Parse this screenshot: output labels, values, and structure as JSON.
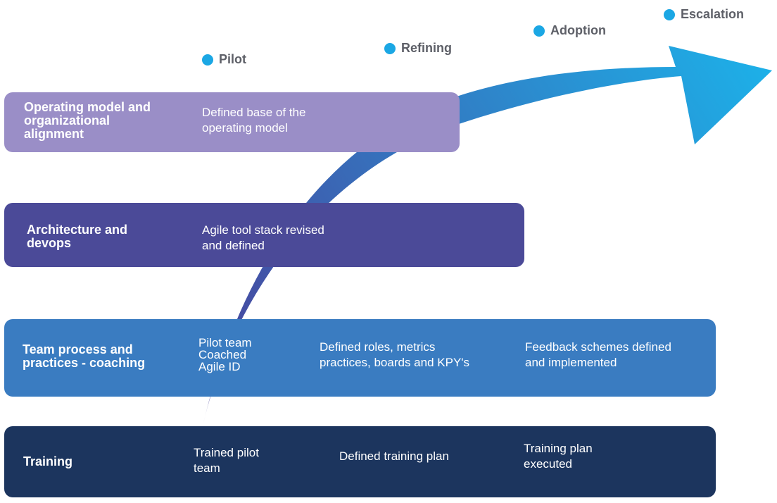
{
  "colors": {
    "arrow_start": "#4a3f99",
    "arrow_end": "#1db0e8",
    "phase_dot": "#1ba7e4",
    "phase_text": "#5e6068",
    "band_operating": "#9a8ec7",
    "band_architecture": "#4b4a98",
    "band_team": "#3a7cc1",
    "band_training": "#1c355e"
  },
  "phases": [
    {
      "label": "Pilot"
    },
    {
      "label": "Refining"
    },
    {
      "label": "Adoption"
    },
    {
      "label": "Escalation"
    }
  ],
  "bands": [
    {
      "title": [
        "Operating model and",
        "organizational",
        "alignment"
      ],
      "cells": [
        [
          "Defined base of the",
          "operating model"
        ]
      ]
    },
    {
      "title": [
        "Architecture and",
        "devops"
      ],
      "cells": [
        [
          "Agile tool stack revised",
          "and defined"
        ]
      ]
    },
    {
      "title": [
        "Team process and",
        "practices - coaching"
      ],
      "cells": [
        [
          "Pilot team",
          "Coached",
          "Agile ID"
        ],
        [
          "Defined roles, metrics",
          "practices, boards and KPY's"
        ],
        [
          "Feedback schemes defined",
          "and implemented"
        ]
      ]
    },
    {
      "title": [
        "Training"
      ],
      "cells": [
        [
          "Trained pilot",
          "team"
        ],
        [
          "Defined training plan"
        ],
        [
          "Training plan",
          "executed"
        ]
      ]
    }
  ]
}
